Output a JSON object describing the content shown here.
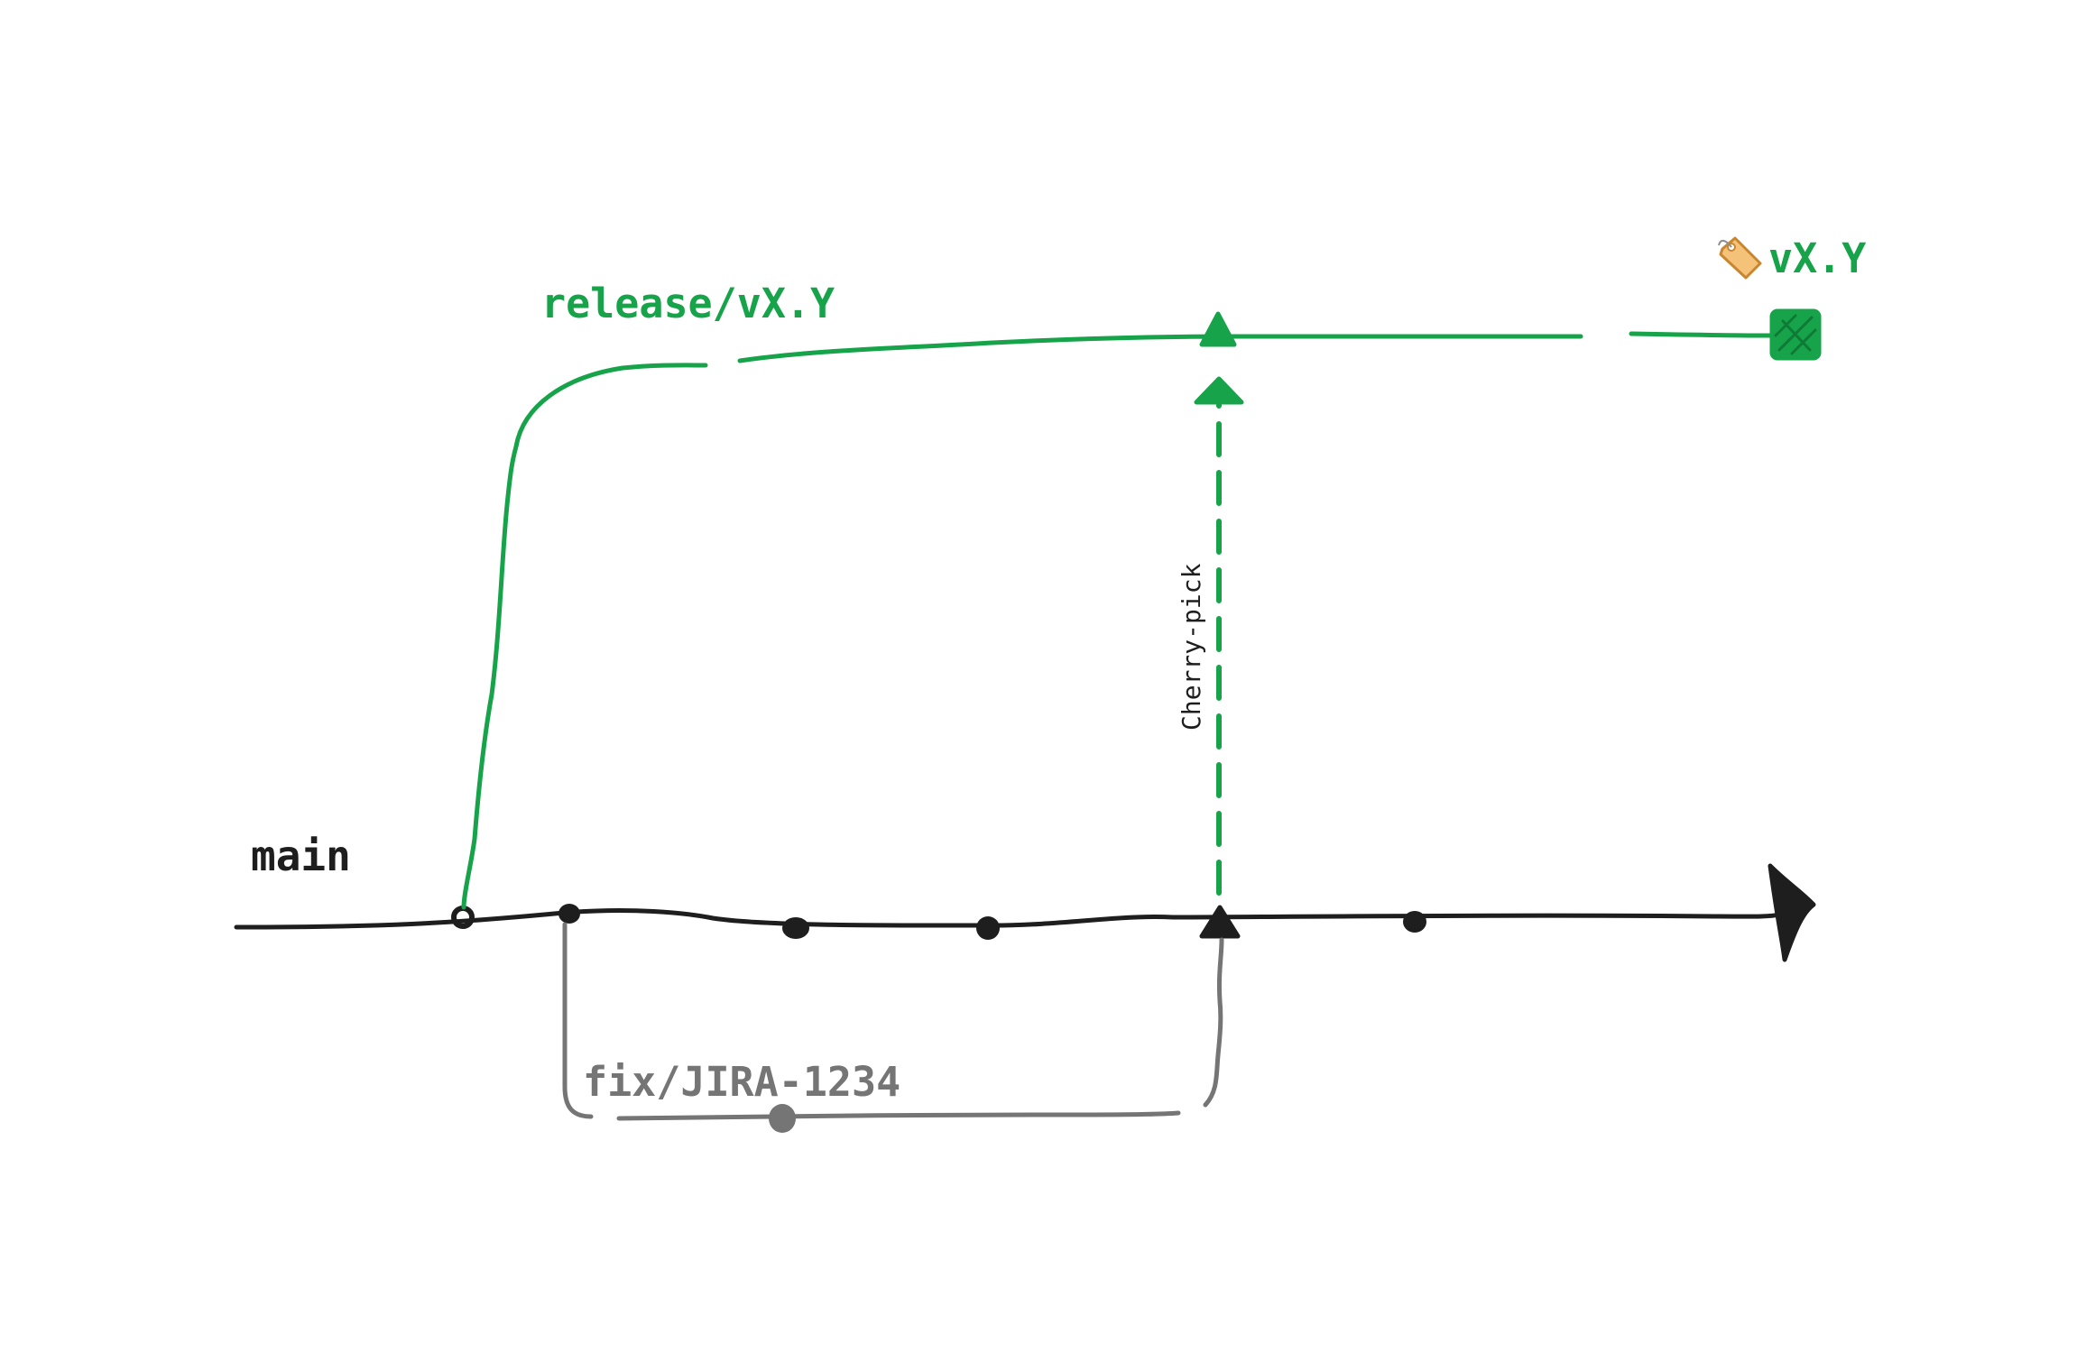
{
  "colors": {
    "main": "#1e1e1e",
    "release": "#17a34a",
    "fix": "#757575",
    "tag_icon_fill": "#f5c27a",
    "tag_icon_stroke": "#c9862f"
  },
  "labels": {
    "main_branch": "main",
    "release_branch": "release/vX.Y",
    "fix_branch": "fix/JIRA-1234",
    "cherry_pick": "Cherry-pick",
    "tag": "vX.Y"
  },
  "icons": {
    "tag": "label-tag-icon"
  }
}
